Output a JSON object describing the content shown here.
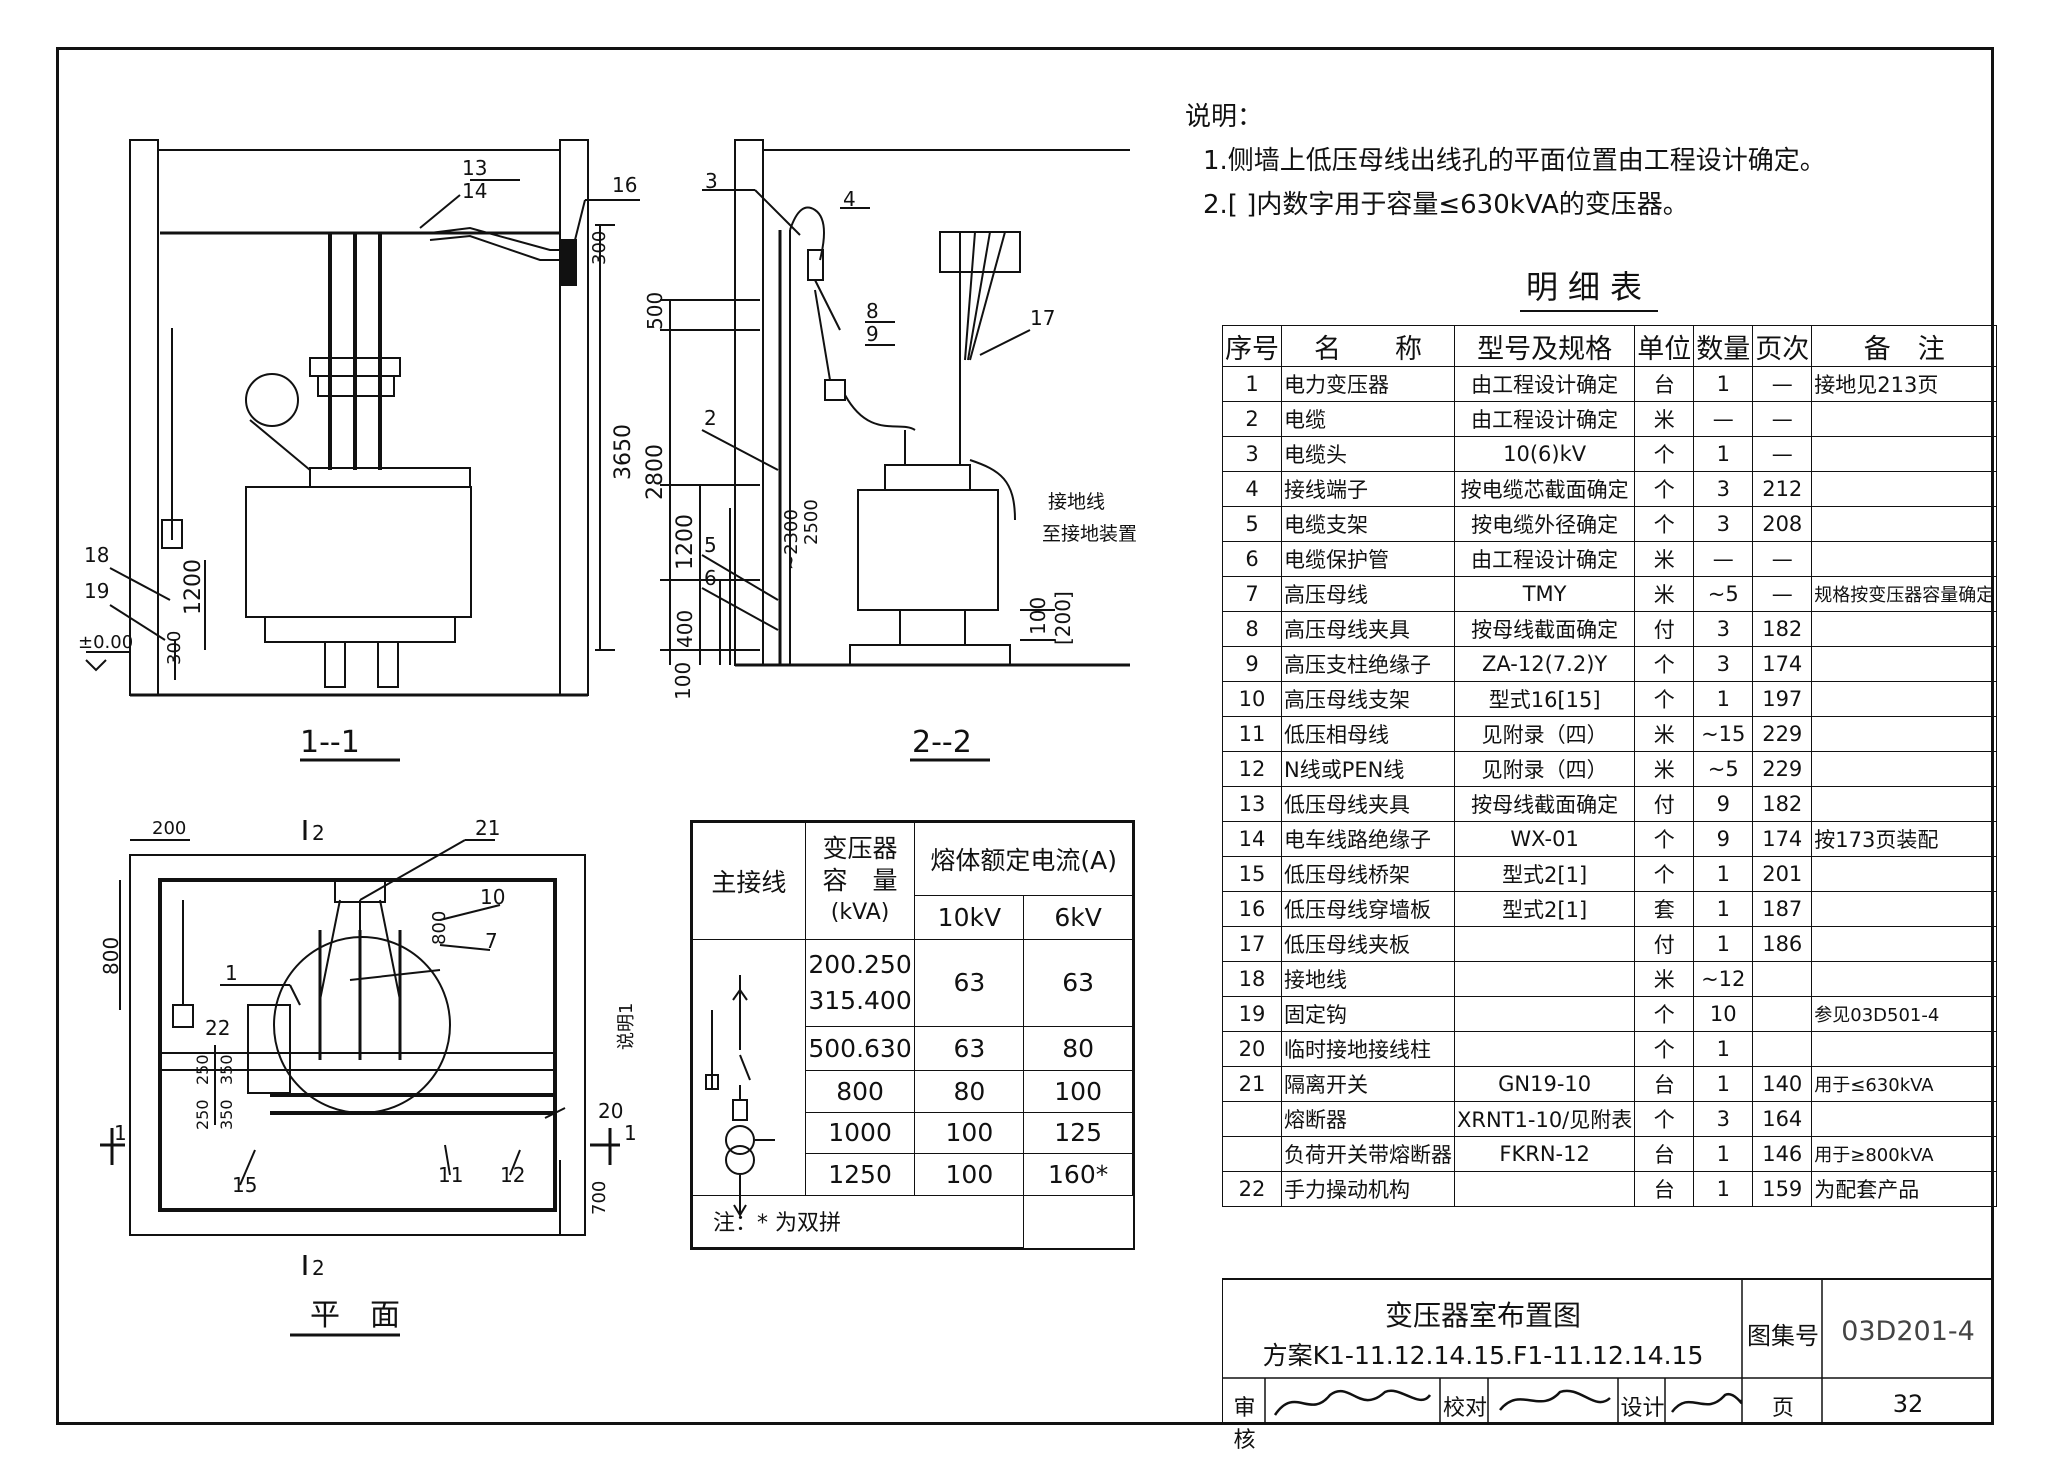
{
  "notes": {
    "title": "说明：",
    "items": [
      "1.侧墙上低压母线出线孔的平面位置由工程设计确定。",
      "2.[ ]内数字用于容量≤630kVA的变压器。"
    ]
  },
  "detail_table": {
    "title": "明细表",
    "headers": {
      "seq": "序号",
      "name": "名　　称",
      "model": "型号及规格",
      "unit": "单位",
      "qty": "数量",
      "page": "页次",
      "remark": "备　注"
    },
    "rows": [
      {
        "seq": "1",
        "name": "电力变压器",
        "model": "由工程设计确定",
        "unit": "台",
        "qty": "1",
        "page": "—",
        "remark": "接地见213页"
      },
      {
        "seq": "2",
        "name": "电缆",
        "model": "由工程设计确定",
        "unit": "米",
        "qty": "—",
        "page": "—",
        "remark": ""
      },
      {
        "seq": "3",
        "name": "电缆头",
        "model": "10(6)kV",
        "unit": "个",
        "qty": "1",
        "page": "—",
        "remark": ""
      },
      {
        "seq": "4",
        "name": "接线端子",
        "model": "按电缆芯截面确定",
        "unit": "个",
        "qty": "3",
        "page": "212",
        "remark": ""
      },
      {
        "seq": "5",
        "name": "电缆支架",
        "model": "按电缆外径确定",
        "unit": "个",
        "qty": "3",
        "page": "208",
        "remark": ""
      },
      {
        "seq": "6",
        "name": "电缆保护管",
        "model": "由工程设计确定",
        "unit": "米",
        "qty": "—",
        "page": "—",
        "remark": ""
      },
      {
        "seq": "7",
        "name": "高压母线",
        "model": "TMY",
        "unit": "米",
        "qty": "~5",
        "page": "—",
        "remark": "规格按变压器容量确定"
      },
      {
        "seq": "8",
        "name": "高压母线夹具",
        "model": "按母线截面确定",
        "unit": "付",
        "qty": "3",
        "page": "182",
        "remark": ""
      },
      {
        "seq": "9",
        "name": "高压支柱绝缘子",
        "model": "ZA-12(7.2)Y",
        "unit": "个",
        "qty": "3",
        "page": "174",
        "remark": ""
      },
      {
        "seq": "10",
        "name": "高压母线支架",
        "model": "型式16[15]",
        "unit": "个",
        "qty": "1",
        "page": "197",
        "remark": ""
      },
      {
        "seq": "11",
        "name": "低压相母线",
        "model": "见附录（四）",
        "unit": "米",
        "qty": "~15",
        "page": "229",
        "remark": ""
      },
      {
        "seq": "12",
        "name": "N线或PEN线",
        "model": "见附录（四）",
        "unit": "米",
        "qty": "~5",
        "page": "229",
        "remark": ""
      },
      {
        "seq": "13",
        "name": "低压母线夹具",
        "model": "按母线截面确定",
        "unit": "付",
        "qty": "9",
        "page": "182",
        "remark": ""
      },
      {
        "seq": "14",
        "name": "电车线路绝缘子",
        "model": "WX-01",
        "unit": "个",
        "qty": "9",
        "page": "174",
        "remark": "按173页装配"
      },
      {
        "seq": "15",
        "name": "低压母线桥架",
        "model": "型式2[1]",
        "unit": "个",
        "qty": "1",
        "page": "201",
        "remark": ""
      },
      {
        "seq": "16",
        "name": "低压母线穿墙板",
        "model": "型式2[1]",
        "unit": "套",
        "qty": "1",
        "page": "187",
        "remark": ""
      },
      {
        "seq": "17",
        "name": "低压母线夹板",
        "model": "",
        "unit": "付",
        "qty": "1",
        "page": "186",
        "remark": ""
      },
      {
        "seq": "18",
        "name": "接地线",
        "model": "",
        "unit": "米",
        "qty": "~12",
        "page": "",
        "remark": ""
      },
      {
        "seq": "19",
        "name": "固定钩",
        "model": "",
        "unit": "个",
        "qty": "10",
        "page": "",
        "remark": "参见03D501-4"
      },
      {
        "seq": "20",
        "name": "临时接地接线柱",
        "model": "",
        "unit": "个",
        "qty": "1",
        "page": "",
        "remark": ""
      },
      {
        "seq": "21",
        "name": "隔离开关",
        "model": "GN19-10",
        "unit": "台",
        "qty": "1",
        "page": "140",
        "remark": "用于≤630kVA"
      },
      {
        "seq": "",
        "name": "熔断器",
        "model": "XRNT1-10/见附表",
        "unit": "个",
        "qty": "3",
        "page": "164",
        "remark": ""
      },
      {
        "seq": "",
        "name": "负荷开关带熔断器",
        "model": "FKRN-12",
        "unit": "台",
        "qty": "1",
        "page": "146",
        "remark": "用于≥800kVA"
      },
      {
        "seq": "22",
        "name": "手力操动机构",
        "model": "",
        "unit": "台",
        "qty": "1",
        "page": "159",
        "remark": "为配套产品"
      }
    ]
  },
  "fuse_table": {
    "col_main": "主接线",
    "col_capacity": [
      "变压器",
      "容　量",
      "(kVA)"
    ],
    "col_current": "熔体额定电流(A)",
    "col_10kv": "10kV",
    "col_6kv": "6kV",
    "rows": [
      {
        "cap": "200.250\n315.400",
        "kv10": "63",
        "kv6": "63"
      },
      {
        "cap": "500.630",
        "kv10": "63",
        "kv6": "80"
      },
      {
        "cap": "800",
        "kv10": "80",
        "kv6": "100"
      },
      {
        "cap": "1000",
        "kv10": "100",
        "kv6": "125"
      },
      {
        "cap": "1250",
        "kv10": "100",
        "kv6": "160*"
      }
    ],
    "note": "注：* 为双拼"
  },
  "title_block": {
    "title": "变压器室布置图",
    "subtitle": "方案K1-11.12.14.15.F1-11.12.14.15",
    "atlas_label": "图集号",
    "atlas_no": "03D201-4",
    "review_label": "审核",
    "check_label": "校对",
    "design_label": "设计",
    "page_label": "页",
    "page_no": "32"
  },
  "drawings": {
    "section1_label": "1--1",
    "section2_label": "2--2",
    "plan_label": "平　面",
    "dims_1": {
      "d300top": "300",
      "d3650": "3650",
      "d1200": "1200",
      "d300": "300",
      "zero": "±0.00"
    },
    "dims_2": {
      "d500": "500",
      "d2800": "2800",
      "d1200": "1200",
      "d2300": "~2300",
      "d2500": "2500",
      "d400": "400",
      "d100": "100",
      "d100r": "100",
      "d200": "[200]"
    },
    "dims_plan": {
      "d200": "200",
      "d800": "800",
      "d800b": "800",
      "d250": "250",
      "d350": "350",
      "d250b": "250",
      "d350b": "350",
      "d700": "700",
      "note": "说明1"
    },
    "ground_text": [
      "接地线",
      "至接地装置"
    ],
    "callouts": {
      "c1": "1",
      "c2": "2",
      "c3": "3",
      "c4": "4",
      "c5": "5",
      "c6": "6",
      "c7": "7",
      "c8": "8",
      "c9": "9",
      "c10": "10",
      "c11": "11",
      "c12": "12",
      "c13": "13",
      "c14": "14",
      "c15": "15",
      "c16": "16",
      "c17": "17",
      "c18": "18",
      "c19": "19",
      "c20": "20",
      "c21": "21",
      "c22": "22"
    },
    "section_marks": {
      "top": "2",
      "bottom": "2",
      "left": "1",
      "right": "1"
    }
  }
}
